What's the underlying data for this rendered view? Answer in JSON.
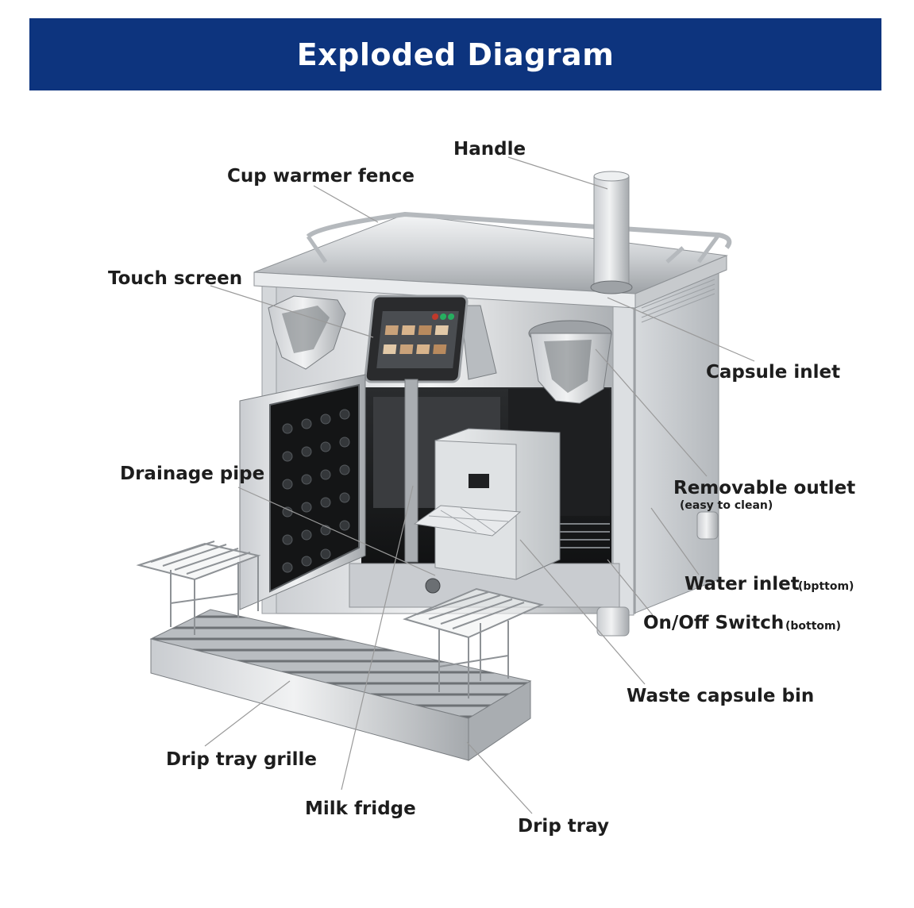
{
  "header": {
    "title": "Exploded Diagram"
  },
  "callouts": {
    "handle": "Handle",
    "cup_warmer_fence": "Cup warmer fence",
    "touch_screen": "Touch screen",
    "capsule_inlet": "Capsule inlet",
    "drainage_pipe": "Drainage pipe",
    "removable_outlet": "Removable outlet",
    "removable_outlet_note": "(easy to clean)",
    "water_inlet": "Water inlet",
    "water_inlet_note": "(bpttom)",
    "on_off_switch": "On/Off Switch",
    "on_off_switch_note": "(bottom)",
    "waste_capsule_bin": "Waste capsule bin",
    "drip_tray_grille": "Drip tray grille",
    "milk_fridge": "Milk fridge",
    "drip_tray": "Drip tray"
  },
  "colors": {
    "banner": "#0d347e",
    "banner_text": "#ffffff",
    "label_text": "#1d1d1d",
    "leader_line": "#9a9a9a",
    "steel_light": "#e6e8ea",
    "steel_dark": "#8e9296"
  }
}
